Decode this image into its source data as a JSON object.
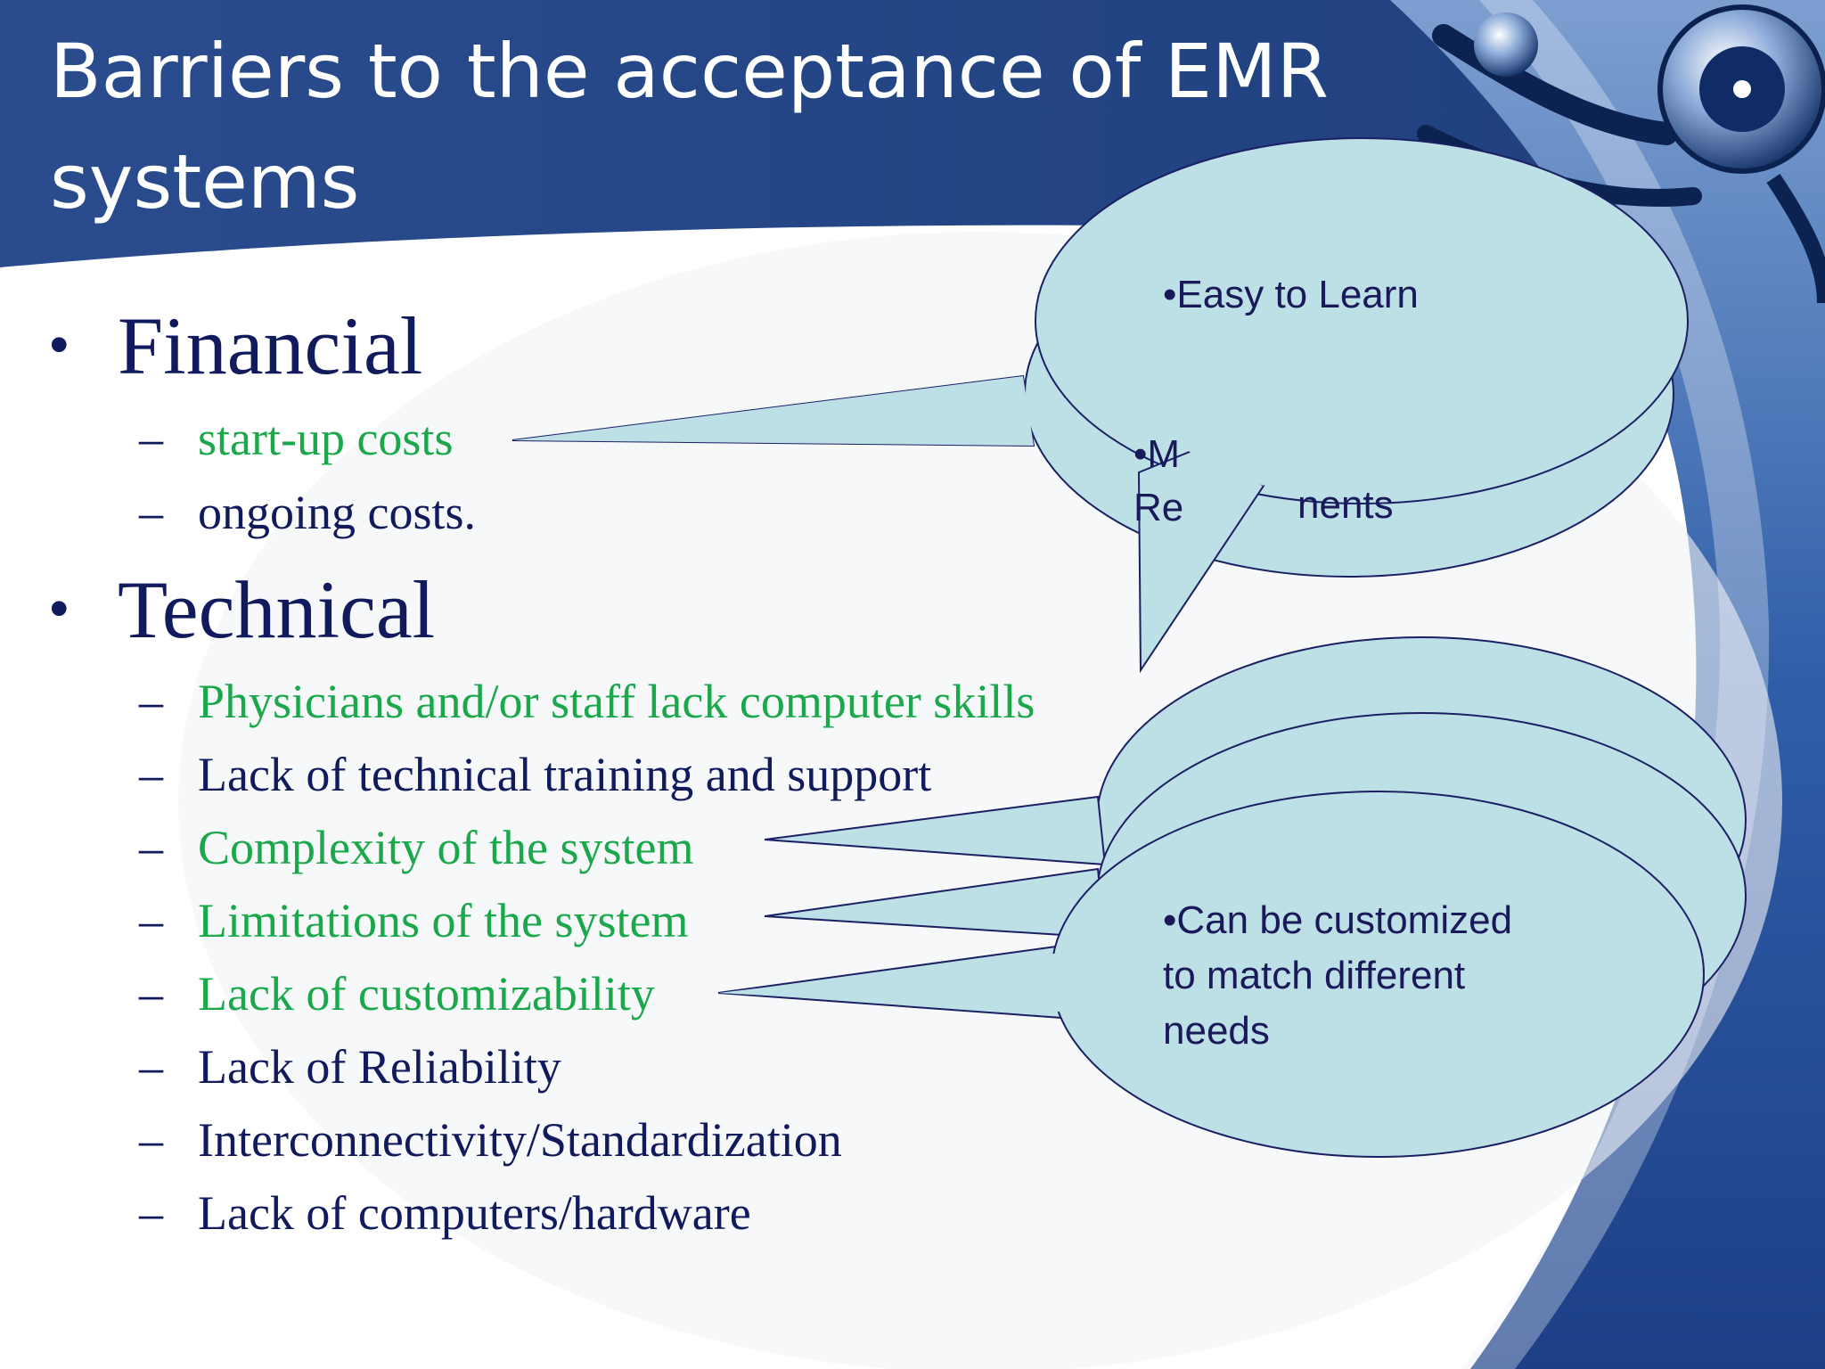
{
  "slide": {
    "title_line1": "Barriers to the acceptance of EMR",
    "title_line2": "systems",
    "bullets": [
      {
        "label": "Financial",
        "items": [
          {
            "text": "start-up costs",
            "color": "#1aa84a"
          },
          {
            "text": "ongoing costs.",
            "color": "#101a5c"
          }
        ]
      },
      {
        "label": "Technical",
        "items": [
          {
            "text": "Physicians and/or staff lack computer skills",
            "color": "#1aa84a"
          },
          {
            "text": "Lack of technical training and support",
            "color": "#101a5c"
          },
          {
            "text": "Complexity of the system",
            "color": "#1aa84a"
          },
          {
            "text": "Limitations of the system",
            "color": "#1aa84a"
          },
          {
            "text": "Lack of customizability",
            "color": "#1aa84a"
          },
          {
            "text": "Lack of Reliability",
            "color": "#101a5c"
          },
          {
            "text": "Interconnectivity/Standardization",
            "color": "#101a5c"
          },
          {
            "text": "Lack of computers/hardware",
            "color": "#101a5c"
          }
        ]
      }
    ],
    "callouts": {
      "easy_to_learn": "•Easy to Learn",
      "hidden_partial_line1": "•M",
      "hidden_partial_line2": "Re",
      "hidden_partial_suffix": "nents",
      "customized_line1": "•Can be customized",
      "customized_line2": "to match different",
      "customized_line3": "needs"
    },
    "colors": {
      "header_blue": "#2d4f92",
      "callout_fill": "#bde0e6",
      "callout_stroke": "#1b1f63",
      "green_text": "#1aa84a",
      "navy_text": "#101a5c"
    },
    "icons": [
      "stethoscope-icon"
    ]
  }
}
